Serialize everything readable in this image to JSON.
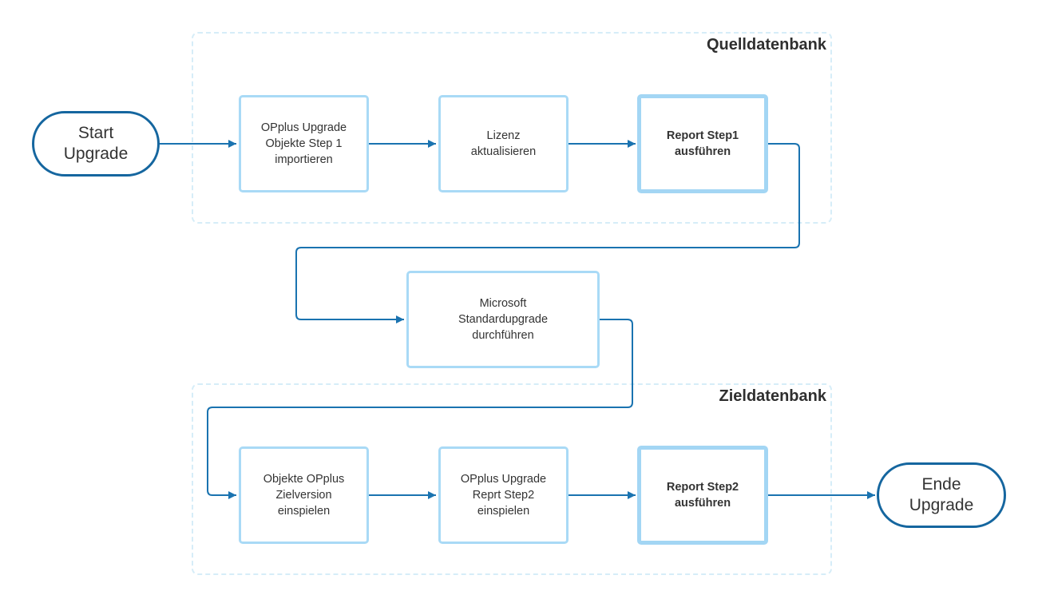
{
  "groups": {
    "source": {
      "title": "Quelldatenbank"
    },
    "target": {
      "title": "Zieldatenbank"
    }
  },
  "terminals": {
    "start": "Start\nUpgrade",
    "end": "Ende\nUpgrade"
  },
  "steps": {
    "import": "OPplus Upgrade\nObjekte Step 1\nimportieren",
    "license": "Lizenz\naktualisieren",
    "report1": "Report Step1\nausführen",
    "ms_upgrade": "Microsoft\nStandardupgrade\ndurchführen",
    "objects": "Objekte OPplus\nZielversion\neinspielen",
    "reprt2": "OPplus Upgrade\nReprt Step2\neinspielen",
    "report2": "Report Step2\nausführen"
  },
  "colors": {
    "connector": "#1a73b0",
    "box_border": "#a9daf6",
    "group_border": "#d6edf8",
    "terminal_border": "#15669f"
  }
}
